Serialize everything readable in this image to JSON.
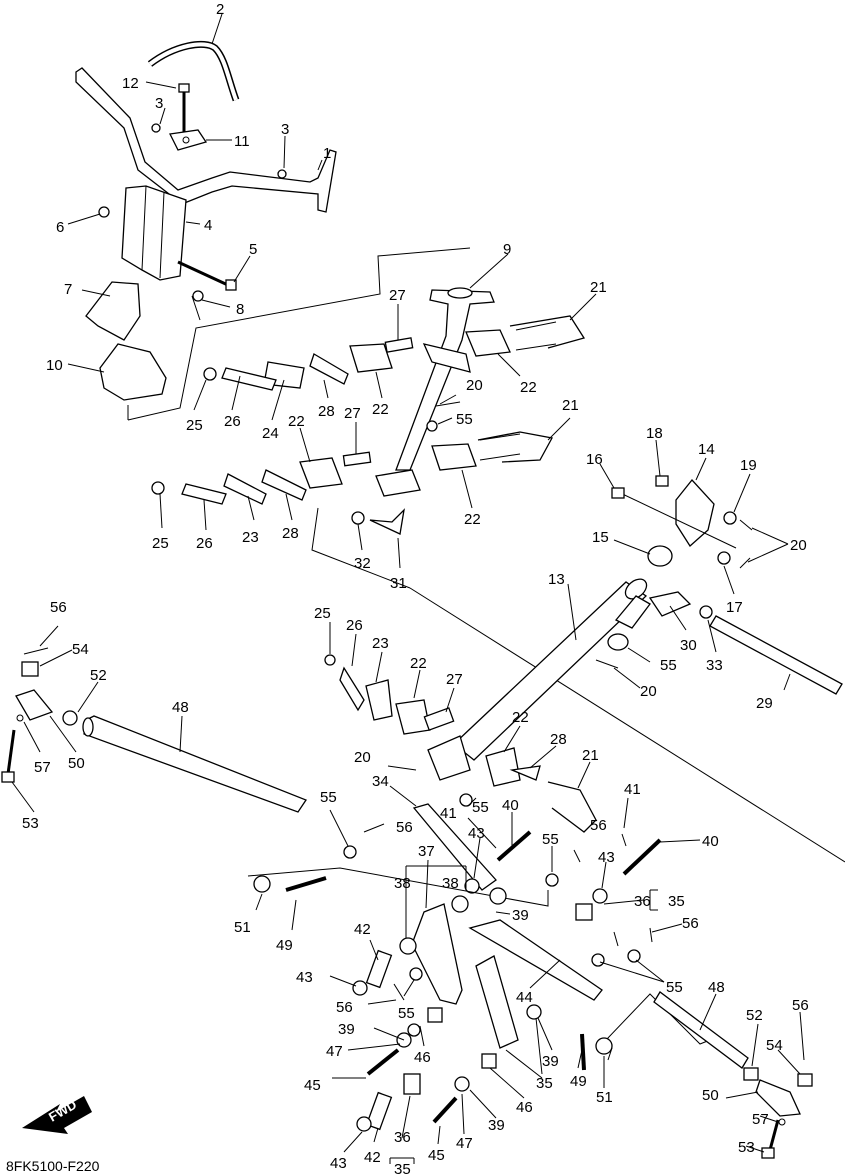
{
  "diagram": {
    "catalog_code": "8FK5100-F220",
    "fwd_label": "FWD",
    "callouts": [
      {
        "id": "c2",
        "text": "2"
      },
      {
        "id": "c12",
        "text": "12"
      },
      {
        "id": "c3a",
        "text": "3"
      },
      {
        "id": "c11",
        "text": "11"
      },
      {
        "id": "c3b",
        "text": "3"
      },
      {
        "id": "c1",
        "text": "1"
      },
      {
        "id": "c6",
        "text": "6"
      },
      {
        "id": "c4",
        "text": "4"
      },
      {
        "id": "c5",
        "text": "5"
      },
      {
        "id": "c7",
        "text": "7"
      },
      {
        "id": "c8",
        "text": "8"
      },
      {
        "id": "c10",
        "text": "10"
      },
      {
        "id": "c9",
        "text": "9"
      },
      {
        "id": "c27a",
        "text": "27"
      },
      {
        "id": "c21a",
        "text": "21"
      },
      {
        "id": "c22a",
        "text": "22"
      },
      {
        "id": "c22b",
        "text": "22"
      },
      {
        "id": "c28a",
        "text": "28"
      },
      {
        "id": "c24",
        "text": "24"
      },
      {
        "id": "c26a",
        "text": "26"
      },
      {
        "id": "c25a",
        "text": "25"
      },
      {
        "id": "c20a",
        "text": "20"
      },
      {
        "id": "c55a",
        "text": "55"
      },
      {
        "id": "c21b",
        "text": "21"
      },
      {
        "id": "c27b",
        "text": "27"
      },
      {
        "id": "c22c",
        "text": "22"
      },
      {
        "id": "c22d",
        "text": "22"
      },
      {
        "id": "c18",
        "text": "18"
      },
      {
        "id": "c14",
        "text": "14"
      },
      {
        "id": "c16",
        "text": "16"
      },
      {
        "id": "c19",
        "text": "19"
      },
      {
        "id": "c20b",
        "text": "20"
      },
      {
        "id": "c25b",
        "text": "25"
      },
      {
        "id": "c26b",
        "text": "26"
      },
      {
        "id": "c23a",
        "text": "23"
      },
      {
        "id": "c28b",
        "text": "28"
      },
      {
        "id": "c32",
        "text": "32"
      },
      {
        "id": "c31",
        "text": "31"
      },
      {
        "id": "c15",
        "text": "15"
      },
      {
        "id": "c17",
        "text": "17"
      },
      {
        "id": "c13",
        "text": "13"
      },
      {
        "id": "c30",
        "text": "30"
      },
      {
        "id": "c33",
        "text": "33"
      },
      {
        "id": "c55b",
        "text": "55"
      },
      {
        "id": "c20c",
        "text": "20"
      },
      {
        "id": "c29",
        "text": "29"
      },
      {
        "id": "c56a",
        "text": "56"
      },
      {
        "id": "c54a",
        "text": "54"
      },
      {
        "id": "c52a",
        "text": "52"
      },
      {
        "id": "c48a",
        "text": "48"
      },
      {
        "id": "c57a",
        "text": "57"
      },
      {
        "id": "c50a",
        "text": "50"
      },
      {
        "id": "c53a",
        "text": "53"
      },
      {
        "id": "c25c",
        "text": "25"
      },
      {
        "id": "c26c",
        "text": "26"
      },
      {
        "id": "c23b",
        "text": "23"
      },
      {
        "id": "c22e",
        "text": "22"
      },
      {
        "id": "c27c",
        "text": "27"
      },
      {
        "id": "c22f",
        "text": "22"
      },
      {
        "id": "c28c",
        "text": "28"
      },
      {
        "id": "c21c",
        "text": "21"
      },
      {
        "id": "c20d",
        "text": "20"
      },
      {
        "id": "c34",
        "text": "34"
      },
      {
        "id": "c55c",
        "text": "55"
      },
      {
        "id": "c41a",
        "text": "41"
      },
      {
        "id": "c40a",
        "text": "40"
      },
      {
        "id": "c56b",
        "text": "56"
      },
      {
        "id": "c41b",
        "text": "41"
      },
      {
        "id": "c55d",
        "text": "55"
      },
      {
        "id": "c56c",
        "text": "56"
      },
      {
        "id": "c43a",
        "text": "43"
      },
      {
        "id": "c55e",
        "text": "55"
      },
      {
        "id": "c43b",
        "text": "43"
      },
      {
        "id": "c40b",
        "text": "40"
      },
      {
        "id": "c37",
        "text": "37"
      },
      {
        "id": "c38a",
        "text": "38"
      },
      {
        "id": "c38b",
        "text": "38"
      },
      {
        "id": "c36a",
        "text": "36"
      },
      {
        "id": "c35a",
        "text": "35"
      },
      {
        "id": "c51a",
        "text": "51"
      },
      {
        "id": "c49a",
        "text": "49"
      },
      {
        "id": "c39a",
        "text": "39"
      },
      {
        "id": "c56d",
        "text": "56"
      },
      {
        "id": "c42a",
        "text": "42"
      },
      {
        "id": "c55f",
        "text": "55"
      },
      {
        "id": "c43c",
        "text": "43"
      },
      {
        "id": "c56e",
        "text": "56"
      },
      {
        "id": "c55g",
        "text": "55"
      },
      {
        "id": "c44",
        "text": "44"
      },
      {
        "id": "c48b",
        "text": "48"
      },
      {
        "id": "c39b",
        "text": "39"
      },
      {
        "id": "c47a",
        "text": "47"
      },
      {
        "id": "c46a",
        "text": "46"
      },
      {
        "id": "c39c",
        "text": "39"
      },
      {
        "id": "c49b",
        "text": "49"
      },
      {
        "id": "c52b",
        "text": "52"
      },
      {
        "id": "c56f",
        "text": "56"
      },
      {
        "id": "c54b",
        "text": "54"
      },
      {
        "id": "c45a",
        "text": "45"
      },
      {
        "id": "c35b",
        "text": "35"
      },
      {
        "id": "c51b",
        "text": "51"
      },
      {
        "id": "c50b",
        "text": "50"
      },
      {
        "id": "c46b",
        "text": "46"
      },
      {
        "id": "c39d",
        "text": "39"
      },
      {
        "id": "c57b",
        "text": "57"
      },
      {
        "id": "c47b",
        "text": "47"
      },
      {
        "id": "c36b",
        "text": "36"
      },
      {
        "id": "c35c",
        "text": "35"
      },
      {
        "id": "c45b",
        "text": "45"
      },
      {
        "id": "c43d",
        "text": "43"
      },
      {
        "id": "c42b",
        "text": "42"
      },
      {
        "id": "c53b",
        "text": "53"
      }
    ]
  }
}
